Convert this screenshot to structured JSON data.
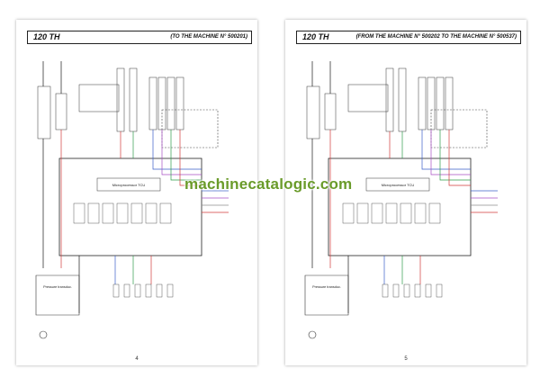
{
  "pages": [
    {
      "title": "120 TH",
      "subtitle": "(TO THE MACHINE N° 500201)",
      "page_number": "4",
      "blocks": {
        "micro_unit": "Microprocessor TCU",
        "sensor": "Pressure transduc."
      }
    },
    {
      "title": "120 TH",
      "subtitle": "(FROM THE MACHINE N° 500202 TO THE MACHINE N° 500537)",
      "page_number": "5",
      "blocks": {
        "micro_unit": "Microprocessor TCU",
        "sensor": "Pressure transduc."
      }
    }
  ],
  "watermark": "machinecatalogic.com",
  "colors": {
    "wire_black": "#1a1a1a",
    "wire_red": "#d23a3a",
    "wire_green": "#2e9d4a",
    "wire_blue": "#3a5fc8",
    "wire_violet": "#a64fc4",
    "wire_grey": "#8c8c8c",
    "watermark": "#6a9b2a"
  }
}
